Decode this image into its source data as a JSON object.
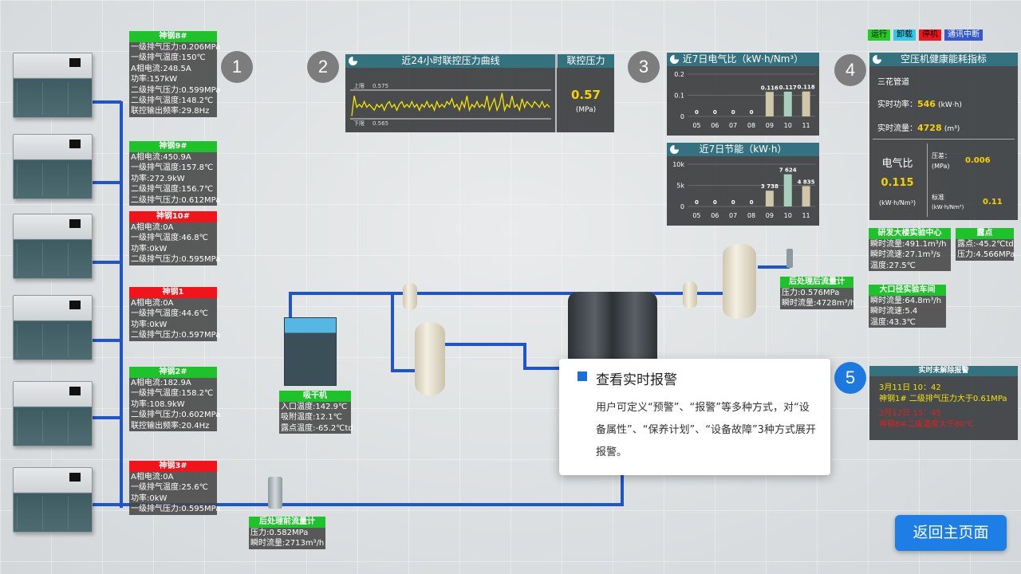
{
  "legend": {
    "run": {
      "label": "运行",
      "color": "#20d021"
    },
    "unload": {
      "label": "卸载",
      "color": "#30c9e6"
    },
    "stop": {
      "label": "停机",
      "color": "#f2141b"
    },
    "comm": {
      "label": "通讯中断",
      "color": "#3558d1"
    }
  },
  "markers": [
    "1",
    "2",
    "3",
    "4",
    "5"
  ],
  "units": [
    {
      "title": "神钢8#",
      "status": "green",
      "rows": [
        "一级排气压力:0.206MPa",
        "一级排气温度:150℃",
        "A相电流:248.5A",
        "功率:157kW",
        "二级排气压力:0.599MPa",
        "二级排气温度:148.2℃",
        "联控输出频率:29.8Hz"
      ]
    },
    {
      "title": "神钢9#",
      "status": "green",
      "rows": [
        "A相电流:450.9A",
        "一级排气温度:157.8℃",
        "功率:272.9kW",
        "二级排气温度:156.7℃",
        "二级排气压力:0.612MPa"
      ]
    },
    {
      "title": "神钢10#",
      "status": "red",
      "rows": [
        "A相电流:0A",
        "一级排气温度:46.8℃",
        "功率:0kW",
        "二级排气压力:0.595MPa"
      ]
    },
    {
      "title": "神钢1",
      "status": "red",
      "rows": [
        "A相电流:0A",
        "一级排气温度:44.6℃",
        "功率:0kW",
        "二级排气压力:0.597MPa"
      ]
    },
    {
      "title": "神钢2#",
      "status": "green",
      "rows": [
        "A相电流:182.9A",
        "一级排气温度:158.2℃",
        "功率:108.9kW",
        "二级排气压力:0.602MPa",
        "联控输出频率:20.4Hz"
      ]
    },
    {
      "title": "神钢3#",
      "status": "red",
      "rows": [
        "A相电流:0A",
        "一级排气温度:25.6℃",
        "功率:0kW",
        "一级排气压力:0.595MPa"
      ]
    }
  ],
  "pressure_panel": {
    "title": "近24小时联控压力曲线",
    "upper_label": "上限",
    "upper_value": "0.575",
    "lower_label": "下限",
    "lower_value": "0.565",
    "side_title": "联控压力",
    "value": "0.57",
    "unit": "(MPa)"
  },
  "elec_panel": {
    "title": "近7日电气比（kW·h/Nm³）"
  },
  "save_panel": {
    "title": "近7日节能（kW·h）"
  },
  "chart_data": [
    {
      "type": "bar",
      "title": "近7日电气比（kW·h/Nm³）",
      "categories": [
        "05",
        "06",
        "07",
        "08",
        "09",
        "10",
        "11"
      ],
      "values": [
        0,
        0,
        0,
        0,
        0.116,
        0.117,
        0.118
      ],
      "value_labels": [
        "0",
        "0",
        "0",
        "0",
        "0.116",
        "0.117",
        "0.118"
      ],
      "ytick_labels": [
        "0.2",
        "0.1",
        "0"
      ],
      "ylim": [
        0,
        0.2
      ],
      "colors": [
        "#cfc7a8",
        "#cfc7a8",
        "#cfc7a8",
        "#cfc7a8",
        "#cfc7a8",
        "#a8cfbd",
        "#cfc7a8"
      ]
    },
    {
      "type": "bar",
      "title": "近7日节能（kW·h）",
      "categories": [
        "05",
        "06",
        "07",
        "08",
        "09",
        "10",
        "11"
      ],
      "values": [
        0,
        0,
        0,
        0,
        3738,
        7624,
        4835
      ],
      "value_labels": [
        "0",
        "0",
        "0",
        "0",
        "3 738",
        "7 624",
        "4 835"
      ],
      "ytick_labels": [
        "10k",
        "5k",
        "0"
      ],
      "ylim": [
        0,
        10000
      ],
      "colors": [
        "#cfc7a8",
        "#cfc7a8",
        "#cfc7a8",
        "#cfc7a8",
        "#cfc7a8",
        "#a8cfbd",
        "#cfc7a8"
      ]
    },
    {
      "type": "line",
      "title": "近24小时联控压力曲线",
      "values": [
        0.566,
        0.573,
        0.569,
        0.57,
        0.569,
        0.571,
        0.569,
        0.57,
        0.569,
        0.568,
        0.57,
        0.569,
        0.57,
        0.568,
        0.57,
        0.571,
        0.569,
        0.57,
        0.568,
        0.57,
        0.571,
        0.569,
        0.57,
        0.569,
        0.571,
        0.569,
        0.57,
        0.568,
        0.57,
        0.569,
        0.571,
        0.569,
        0.57,
        0.568,
        0.571,
        0.569,
        0.57,
        0.569,
        0.571,
        0.57,
        0.572,
        0.569,
        0.57,
        0.568,
        0.571,
        0.569,
        0.573,
        0.568,
        0.57,
        0.569,
        0.571,
        0.569,
        0.57,
        0.569,
        0.573,
        0.568,
        0.57,
        0.572,
        0.568,
        0.57,
        0.574,
        0.568,
        0.57,
        0.569,
        0.573,
        0.569,
        0.57,
        0.568,
        0.572,
        0.569,
        0.571,
        0.57,
        0.569,
        0.571,
        0.57,
        0.569,
        0.571,
        0.569,
        0.57,
        0.569
      ],
      "ylim": [
        0.565,
        0.575
      ],
      "color": "#f6e600"
    }
  ],
  "health_panel": {
    "title": "空压机健康能耗指标",
    "location": "三花管道",
    "power_label": "实时功率：",
    "power_value": "546",
    "power_unit": "(kW·h)",
    "flow_label": "实时流量：",
    "flow_value": "4728",
    "flow_unit": "(m³)",
    "ratio_label": "电气比",
    "ratio_value": "0.115",
    "ratio_unit": "(kW·h/Nm³)",
    "diff_label": "压差：",
    "diff_unit": "(MPa)",
    "diff_value": "0.006",
    "std_label": "标准",
    "std_unit": "(kW·h/Nm³)",
    "std_value": "0.11"
  },
  "lab_center": {
    "title": "研发大楼实验中心",
    "rows": [
      "瞬时流量:491.1m³/h",
      "瞬时流速:27.1m³/s",
      "温度:27.5℃"
    ]
  },
  "dew_point": {
    "title": "露点",
    "rows": [
      "露点:-45.2℃td",
      "压力:4.566MPa"
    ]
  },
  "workshop": {
    "title": "大口径实验车间",
    "rows": [
      "瞬时流量:64.8m³/h",
      "瞬时流速:5.4",
      "温度:43.3℃"
    ]
  },
  "post_meter": {
    "title": "后处理后流量计",
    "rows": [
      "压力:0.576MPa",
      "瞬时流量:4728m³/h"
    ]
  },
  "dryer": {
    "title": "吸干机",
    "rows": [
      "入口温度:142.9℃",
      "吸附温度:12.1℃",
      "露点温度:-65.2℃td"
    ]
  },
  "pre_meter": {
    "title": "后处理前流量计",
    "rows": [
      "压力:0.582MPa",
      "瞬时流量:2713m³/h"
    ]
  },
  "alarm": {
    "title": "实时未解除报警",
    "entries": [
      {
        "time": "3月11日 10：42",
        "msg": "神钢1# 二级排气压力大于0.61MPa",
        "color": "#f2e200"
      },
      {
        "time": "3月12日 15：45",
        "msg": "神钢8#二级温度大于80℃",
        "color": "#e02020"
      }
    ]
  },
  "popover": {
    "title": "查看实时报警",
    "body": "用户可定义“预警”、“报警”等多种方式，对“设备属性”、“保养计划”、“设备故障”3种方式展开报警。"
  },
  "home_button": "返回主页面"
}
